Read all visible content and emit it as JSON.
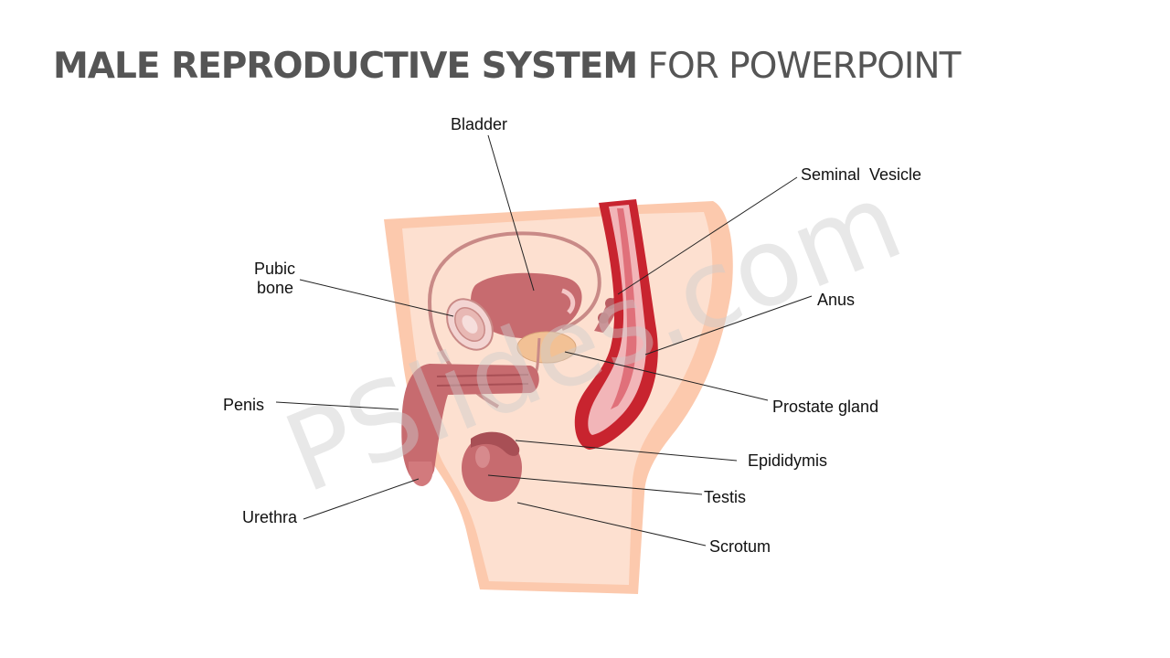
{
  "slide": {
    "title_bold": "MALE REPRODUCTIVE SYSTEM",
    "title_light": " FOR POWERPOINT",
    "watermark": "PSlides.com"
  },
  "labels": {
    "bladder": "Bladder",
    "seminal_vesicle": "Seminal  Vesicle",
    "pubic_bone_line1": "Pubic",
    "pubic_bone_line2": "bone",
    "anus": "Anus",
    "penis": "Penis",
    "prostate_gland": "Prostate gland",
    "epididymis": "Epididymis",
    "testis": "Testis",
    "urethra": "Urethra",
    "scrotum": "Scrotum"
  },
  "colors": {
    "title": "#555555",
    "skin": "#fcc9ad",
    "skin_light": "#fde0d0",
    "organ": "#c76b6f",
    "organ_dark": "#a84f55",
    "rectum": "#c8242f",
    "rectum_inner": "#f2b5b8",
    "prostate": "#f2c195"
  }
}
